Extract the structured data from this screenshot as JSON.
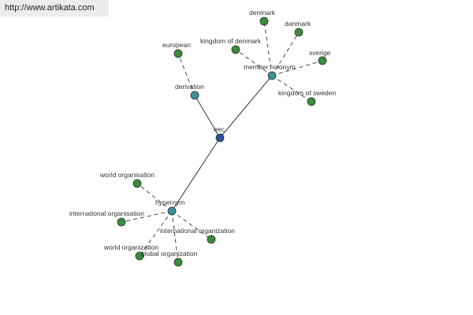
{
  "banner": {
    "url": "http://www.artikata.com"
  },
  "colors": {
    "center_node": "#2b4f9e",
    "relation_node": "#3f8f99",
    "leaf_node": "#3e8a3e",
    "node_stroke": "#1e3b1e",
    "edge": "#333333"
  },
  "graph": {
    "center": {
      "id": "eec",
      "label": "eec"
    },
    "relations": [
      {
        "id": "derivation",
        "label": "derivation"
      },
      {
        "id": "member-holonym",
        "label": "member holonym"
      },
      {
        "id": "hypernym",
        "label": "hypernym"
      }
    ],
    "leaves": [
      {
        "id": "european",
        "label": "european",
        "parent": "derivation"
      },
      {
        "id": "denmark",
        "label": "denmark",
        "parent": "member-holonym"
      },
      {
        "id": "danmark",
        "label": "danmark",
        "parent": "member-holonym"
      },
      {
        "id": "kingdom-of-denmark",
        "label": "kingdom of denmark",
        "parent": "member-holonym"
      },
      {
        "id": "sverige",
        "label": "sverige",
        "parent": "member-holonym"
      },
      {
        "id": "kingdom-of-sweden",
        "label": "kingdom of sweden",
        "parent": "member-holonym"
      },
      {
        "id": "world-organisation",
        "label": "world organisation",
        "parent": "hypernym"
      },
      {
        "id": "international-organisation",
        "label": "international organisation",
        "parent": "hypernym"
      },
      {
        "id": "international-organization",
        "label": "international organization",
        "parent": "hypernym"
      },
      {
        "id": "world-organization",
        "label": "world organization",
        "parent": "hypernym"
      },
      {
        "id": "global-organization",
        "label": "global organization",
        "parent": "hypernym"
      }
    ]
  }
}
